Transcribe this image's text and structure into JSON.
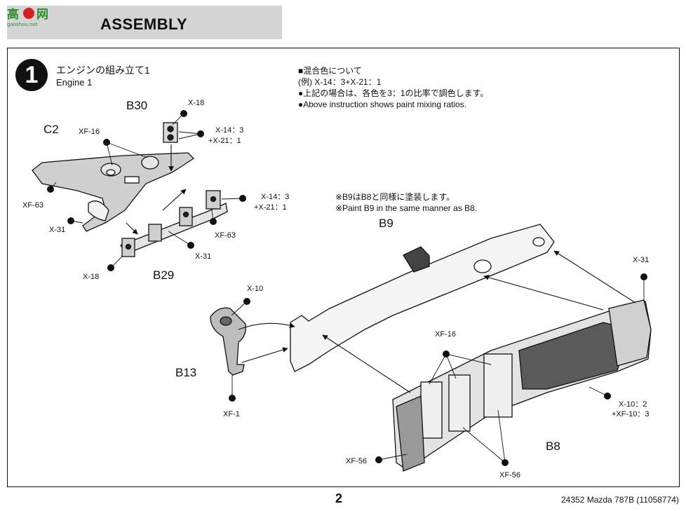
{
  "header": {
    "title": "ASSEMBLY",
    "watermark": "高手网"
  },
  "step": {
    "number": "1",
    "title_jp": "エンジンの組み立て1",
    "title_en": "Engine 1"
  },
  "paint_note": {
    "heading": "■混合色について",
    "example": "(例) X-14：3+X-21：1",
    "line_jp": "●上記の場合は、各色を3：1の比率で調色します。",
    "line_en": "●Above instruction shows paint mixing ratios."
  },
  "b9_note": {
    "jp": "※B9はB8と同様に塗装します。",
    "en": "※Paint B9 in the same manner as B8."
  },
  "parts": {
    "b30": "B30",
    "c2": "C2",
    "b29": "B29",
    "b9": "B9",
    "b13": "B13",
    "b8": "B8"
  },
  "paints": {
    "x18_top": "X-18",
    "xf16_top": "XF-16",
    "x14_a": "X-14：3",
    "x21_a": "+X-21：1",
    "x14_b": "X-14：3",
    "x21_b": "+X-21：1",
    "xf63_left": "XF-63",
    "x31_left": "X-31",
    "xf63_mid": "XF-63",
    "x31_mid": "X-31",
    "x18_bottom": "X-18",
    "x10": "X-10",
    "xf1": "XF-1",
    "xf16_engine": "XF-16",
    "x31_right": "X-31",
    "x10_mix": "X-10：2",
    "xf10_mix": "+XF-10：3",
    "xf56_left": "XF-56",
    "xf56_bottom": "XF-56"
  },
  "footer": {
    "page": "2",
    "code": "24352 Mazda 787B (11058774)"
  }
}
